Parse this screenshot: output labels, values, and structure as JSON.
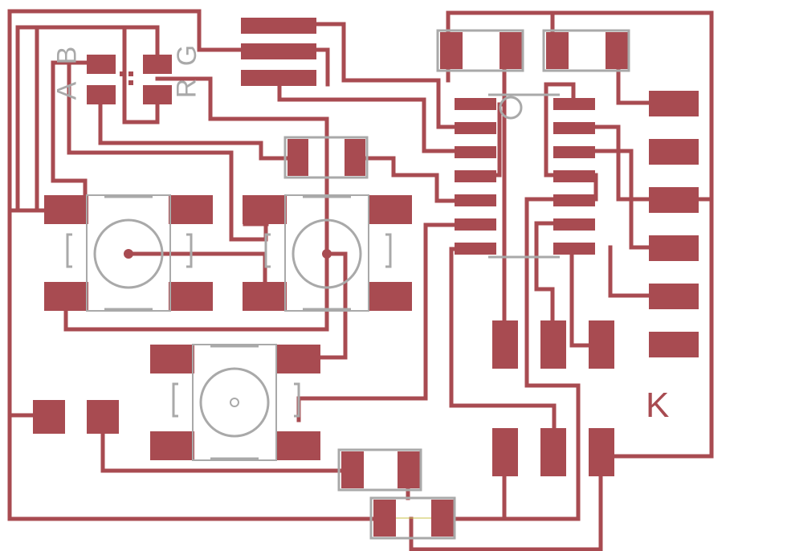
{
  "labels": {
    "a": "A",
    "b": "B",
    "r": "R",
    "g": "G",
    "k": "K"
  },
  "colors": {
    "copper": "#a84b51",
    "silkscreen": "#a9a9a9",
    "background": "#ffffff",
    "airwire": "#c9c24a"
  }
}
